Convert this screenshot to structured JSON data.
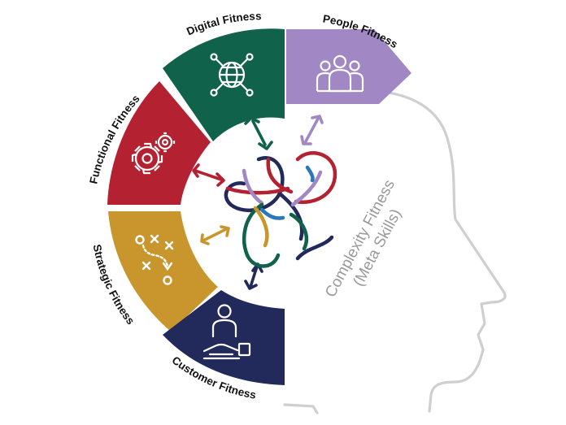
{
  "segments": [
    {
      "id": "digital",
      "label": "Digital Fitness",
      "color": "#10624b",
      "icon": "globe-network-icon"
    },
    {
      "id": "people",
      "label": "People Fitness",
      "color": "#a187c3",
      "icon": "people-group-icon"
    },
    {
      "id": "functional",
      "label": "Functional Fitness",
      "color": "#b42231",
      "icon": "gears-icon"
    },
    {
      "id": "strategic",
      "label": "Strategic Fitness",
      "color": "#c9962d",
      "icon": "strategy-play-icon"
    },
    {
      "id": "customer",
      "label": "Customer Fitness",
      "color": "#222a5c",
      "icon": "customer-service-icon"
    }
  ],
  "center": {
    "label_line1": "Complexity Fitness",
    "label_line2": "(Meta Skills)",
    "icon": "tangled-knot-icon",
    "head_color": "#cfcfcf",
    "text_color": "#9a9a9a"
  }
}
